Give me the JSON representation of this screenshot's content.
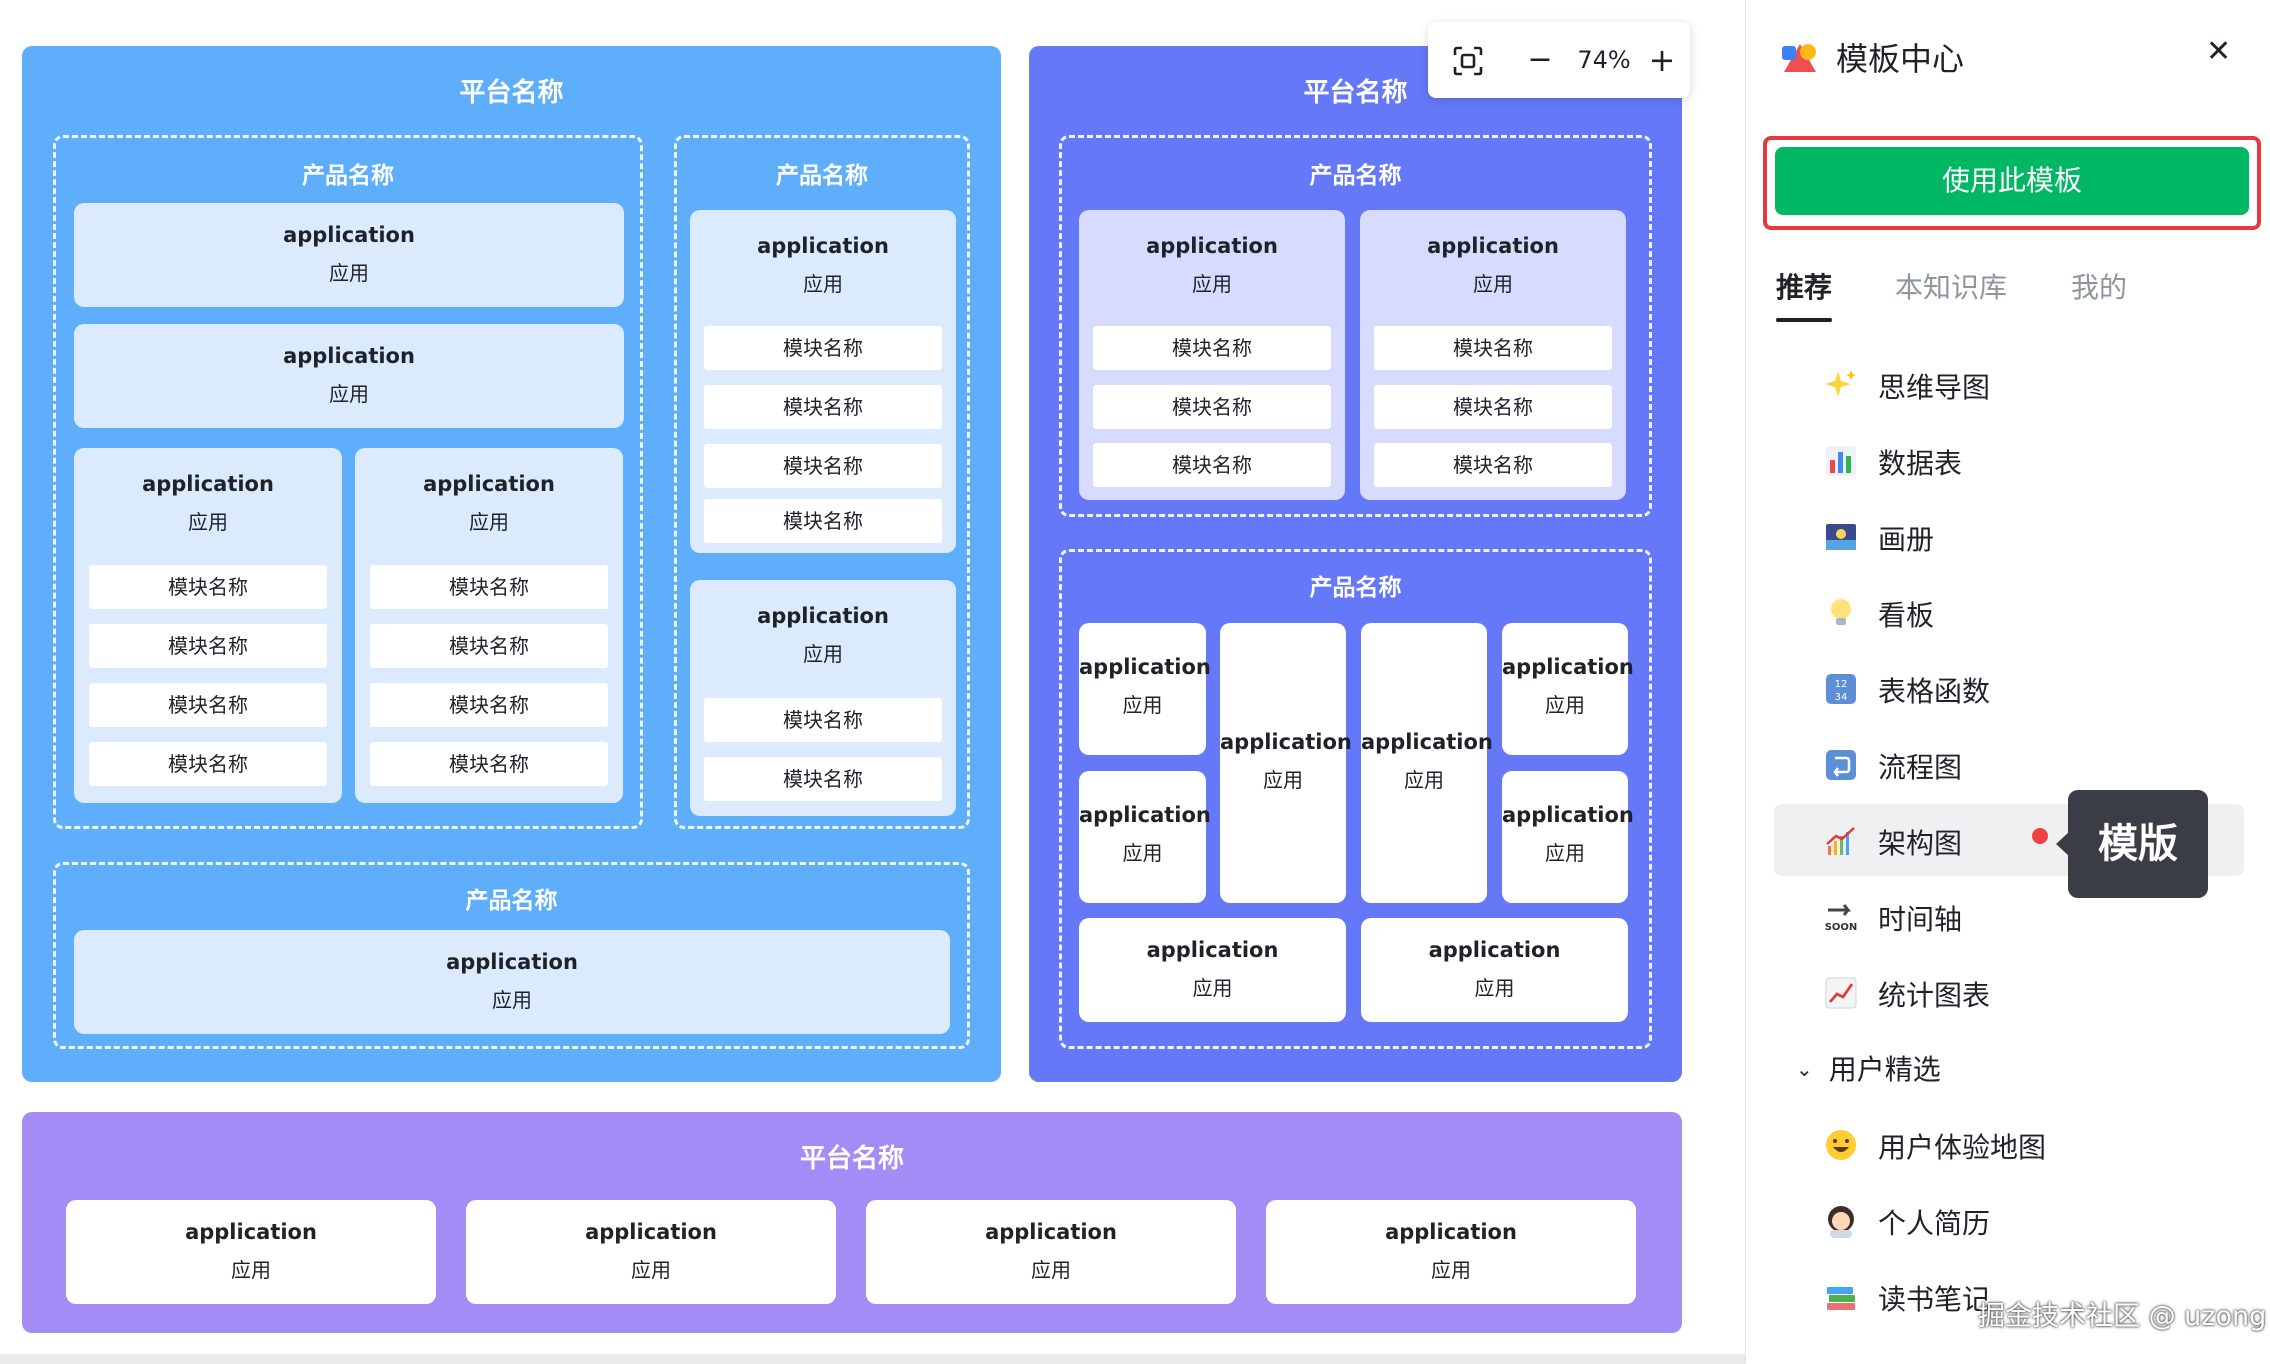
{
  "canvas": {
    "blue_platform": {
      "title": "平台名称",
      "group_left": {
        "title": "产品名称",
        "card1": {
          "en": "application",
          "cn": "应用"
        },
        "card2": {
          "en": "application",
          "cn": "应用"
        },
        "card3": {
          "en": "application",
          "cn": "应用",
          "modules": [
            "模块名称",
            "模块名称",
            "模块名称",
            "模块名称"
          ]
        },
        "card4": {
          "en": "application",
          "cn": "应用",
          "modules": [
            "模块名称",
            "模块名称",
            "模块名称",
            "模块名称"
          ]
        }
      },
      "group_right": {
        "title": "产品名称",
        "card1": {
          "en": "application",
          "cn": "应用",
          "modules": [
            "模块名称",
            "模块名称",
            "模块名称",
            "模块名称"
          ]
        },
        "card2": {
          "en": "application",
          "cn": "应用",
          "modules": [
            "模块名称",
            "模块名称"
          ]
        }
      },
      "group_bottom": {
        "title": "产品名称",
        "card1": {
          "en": "application",
          "cn": "应用"
        }
      }
    },
    "indigo_platform": {
      "title": "平台名称",
      "group_top": {
        "title": "产品名称",
        "card1": {
          "en": "application",
          "cn": "应用",
          "modules": [
            "模块名称",
            "模块名称",
            "模块名称"
          ]
        },
        "card2": {
          "en": "application",
          "cn": "应用",
          "modules": [
            "模块名称",
            "模块名称",
            "模块名称"
          ]
        }
      },
      "group_bottom": {
        "title": "产品名称",
        "cards": [
          {
            "en": "application",
            "cn": "应用"
          },
          {
            "en": "application",
            "cn": "应用"
          },
          {
            "en": "application",
            "cn": "应用"
          },
          {
            "en": "application",
            "cn": "应用"
          },
          {
            "en": "application",
            "cn": "应用"
          },
          {
            "en": "application",
            "cn": "应用"
          },
          {
            "en": "application",
            "cn": "应用"
          },
          {
            "en": "application",
            "cn": "应用"
          }
        ]
      }
    },
    "purple_platform": {
      "title": "平台名称",
      "cards": [
        {
          "en": "application",
          "cn": "应用"
        },
        {
          "en": "application",
          "cn": "应用"
        },
        {
          "en": "application",
          "cn": "应用"
        },
        {
          "en": "application",
          "cn": "应用"
        }
      ]
    }
  },
  "zoom": {
    "minus": "−",
    "level": "74%",
    "plus": "+"
  },
  "panel": {
    "title": "模板中心",
    "close": "✕",
    "use_button": "使用此模板",
    "tabs": [
      "推荐",
      "本知识库",
      "我的"
    ],
    "items": [
      {
        "label": "思维导图",
        "icon": "sparkles-icon"
      },
      {
        "label": "数据表",
        "icon": "bar-chart-icon"
      },
      {
        "label": "画册",
        "icon": "picture-icon"
      },
      {
        "label": "看板",
        "icon": "lightbulb-icon"
      },
      {
        "label": "表格函数",
        "icon": "numbers-icon"
      },
      {
        "label": "流程图",
        "icon": "loop-icon"
      },
      {
        "label": "架构图",
        "icon": "chart-up-icon"
      },
      {
        "label": "时间轴",
        "icon": "soon-arrow-icon"
      },
      {
        "label": "统计图表",
        "icon": "trend-icon"
      }
    ],
    "section_label": "用户精选",
    "section_items": [
      {
        "label": "用户体验地图",
        "icon": "smile-icon"
      },
      {
        "label": "个人简历",
        "icon": "person-icon"
      },
      {
        "label": "读书笔记",
        "icon": "books-icon"
      }
    ],
    "tooltip": "模版",
    "watermark": "掘金技术社区 @ uzong"
  },
  "colors": {
    "blue": "#5eaefc",
    "indigo": "#6478f8",
    "purple": "#a38cf6",
    "green": "#00b863",
    "highlight_red": "#e5393f"
  }
}
